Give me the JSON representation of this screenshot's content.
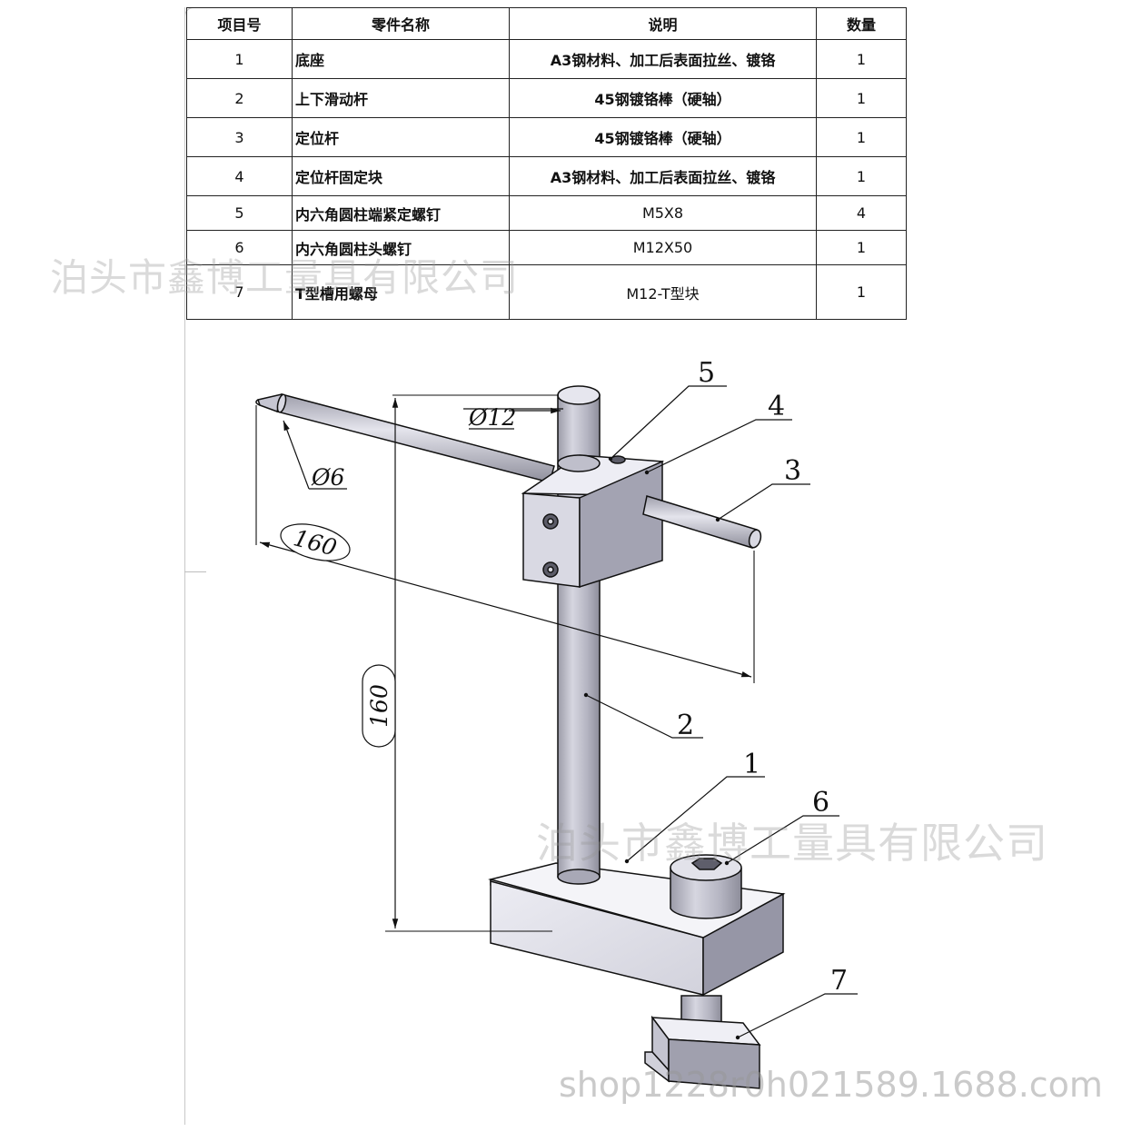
{
  "table": {
    "headers": [
      "项目号",
      "零件名称",
      "说明",
      "数量"
    ],
    "rows": [
      {
        "no": "1",
        "name": "底座",
        "desc": "A3钢材料、加工后表面拉丝、镀铬",
        "qty": "1"
      },
      {
        "no": "2",
        "name": "上下滑动杆",
        "desc": "45钢镀铬棒（硬轴）",
        "qty": "1"
      },
      {
        "no": "3",
        "name": "定位杆",
        "desc": "45钢镀铬棒（硬轴）",
        "qty": "1"
      },
      {
        "no": "4",
        "name": "定位杆固定块",
        "desc": "A3钢材料、加工后表面拉丝、镀铬",
        "qty": "1"
      },
      {
        "no": "5",
        "name": "内六角圆柱端紧定螺钉",
        "desc": "M5X8",
        "qty": "4"
      },
      {
        "no": "6",
        "name": "内六角圆柱头螺钉",
        "desc": "M12X50",
        "qty": "1"
      },
      {
        "no": "7",
        "name": "T型槽用螺母",
        "desc": "M12-T型块",
        "qty": "1"
      }
    ]
  },
  "drawing": {
    "balloons": [
      "5",
      "4",
      "3",
      "2",
      "1",
      "6",
      "7"
    ],
    "dim_dia_pillar": "Ø12",
    "dim_dia_rod": "Ø6",
    "dim_rod_length": "160",
    "dim_height": "160"
  },
  "watermarks": {
    "company": "泊头市鑫博工量具有限公司",
    "shop": "shop1228r0h021589.1688.com"
  },
  "colors": {
    "steel_light": "#e6e6ef",
    "steel_mid": "#bdbdca",
    "steel_dark": "#8a8a98",
    "outline": "#111111"
  }
}
